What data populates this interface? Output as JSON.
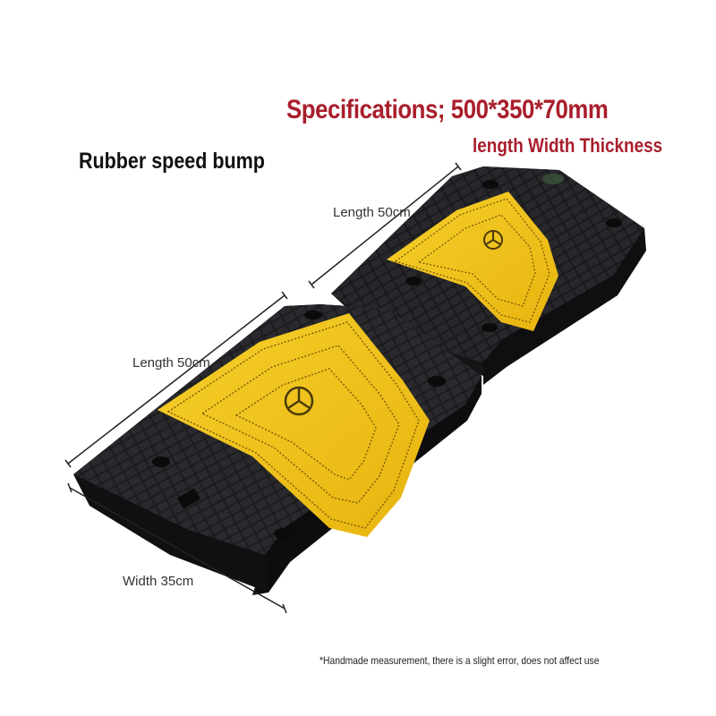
{
  "header": {
    "specifications": "Specifications; 500*350*70mm",
    "dimension_order": "length Width Thickness"
  },
  "product": {
    "name": "Rubber speed bump"
  },
  "dimensions": {
    "back_length": "Length 50cm",
    "front_length": "Length 50cm",
    "front_width": "Width 35cm"
  },
  "footnote": "*Handmade measurement, there is a slight error, does not affect use",
  "colors": {
    "accent_red": "#a91e2c",
    "rubber_black": "#1c1c1e",
    "reflective_yellow": "#f2c21a"
  }
}
